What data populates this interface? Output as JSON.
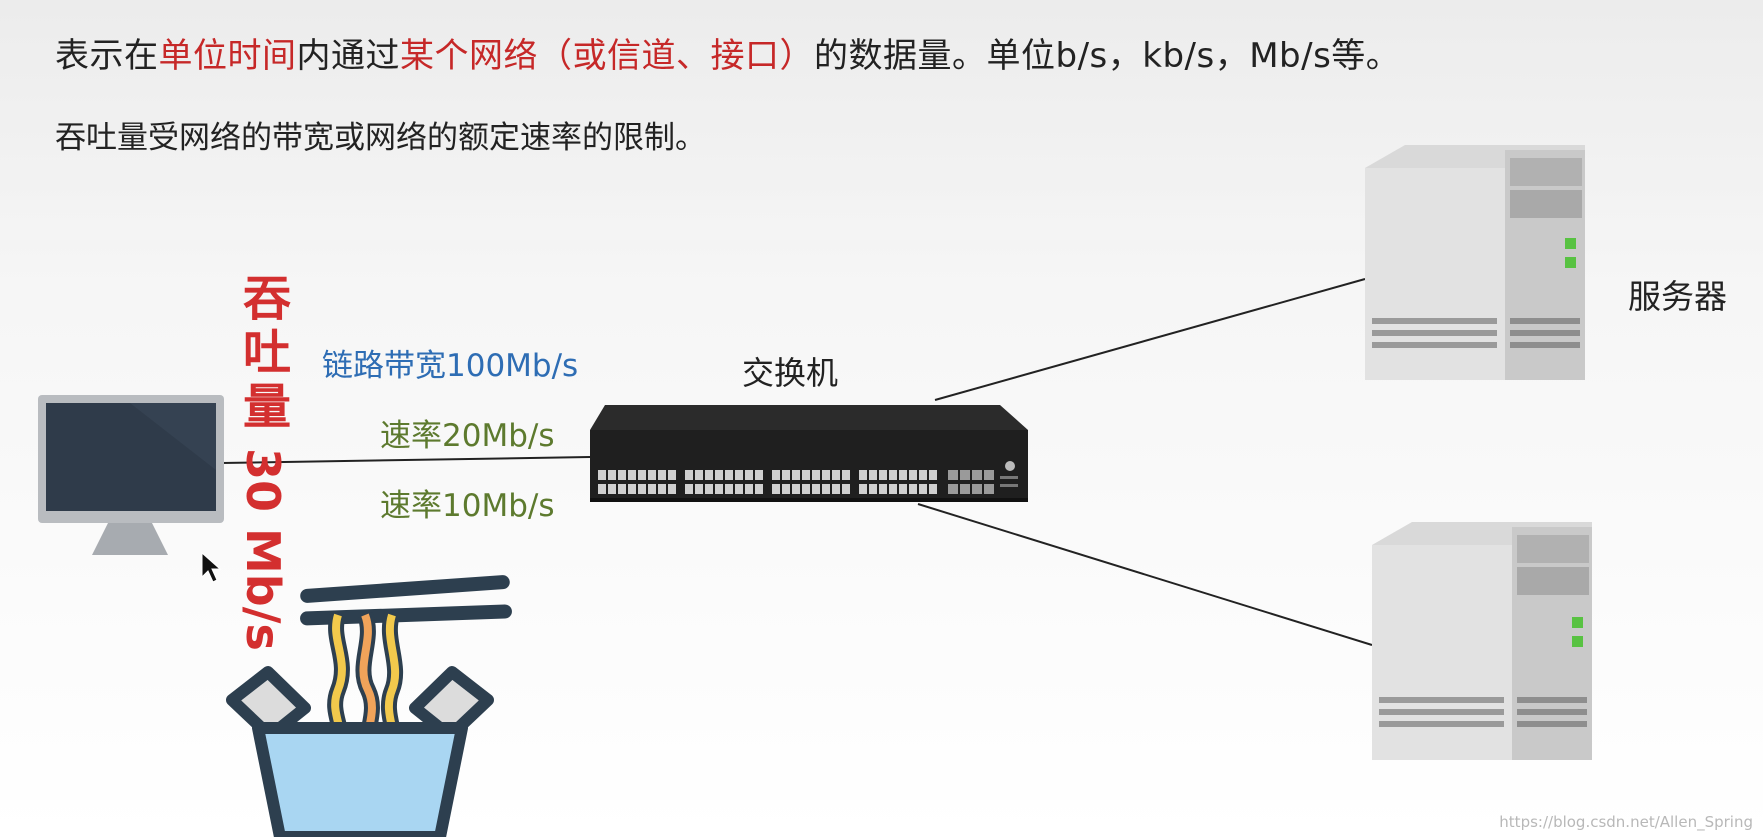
{
  "header": {
    "line1_parts": [
      {
        "text": "表示在",
        "red": false
      },
      {
        "text": "单位时间",
        "red": true
      },
      {
        "text": "内通过",
        "red": false
      },
      {
        "text": "某个网络（或信道、接口）",
        "red": true
      },
      {
        "text": "的数据量。单位b/s，kb/s，Mb/s等。",
        "red": false
      }
    ],
    "line2": "吞吐量受网络的带宽或网络的额定速率的限制。"
  },
  "throughput_label": {
    "char1": "吞",
    "char2": "吐",
    "char3": "量",
    "value": "30 Mb/s"
  },
  "link_labels": {
    "bandwidth": "链路带宽100Mb/s",
    "rate20": "速率20Mb/s",
    "rate10": "速率10Mb/s"
  },
  "switch_label": "交换机",
  "server_label": "服务器",
  "watermark": "https://blog.csdn.net/Allen_Spring",
  "colors": {
    "red": "#c62828",
    "blue": "#2e6db4",
    "olive": "#5d7a2e",
    "switch_body": "#1f1f1f"
  },
  "icons": [
    "monitor-icon",
    "switch-icon",
    "server-icon",
    "noodle-bowl-icon",
    "mouse-cursor-icon"
  ]
}
